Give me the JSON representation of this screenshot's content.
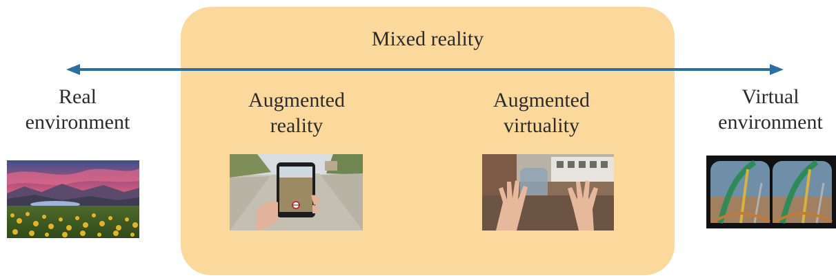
{
  "diagram": {
    "mixed_reality_label": "Mixed reality",
    "real_environment": {
      "line1": "Real",
      "line2": "environment"
    },
    "augmented_reality": {
      "line1": "Augmented",
      "line2": "reality"
    },
    "augmented_virtuality": {
      "line1": "Augmented",
      "line2": "virtuality"
    },
    "virtual_environment": {
      "line1": "Virtual",
      "line2": "environment"
    }
  },
  "colors": {
    "mixed_reality_box": "#fbd99c",
    "arrow": "#2a6ea3",
    "text": "#2b2b2b"
  },
  "images": {
    "real": "landscape-photo",
    "ar": "phone-ar-photo",
    "av": "hands-av-photo",
    "virtual": "vr-headset-view-photo"
  }
}
